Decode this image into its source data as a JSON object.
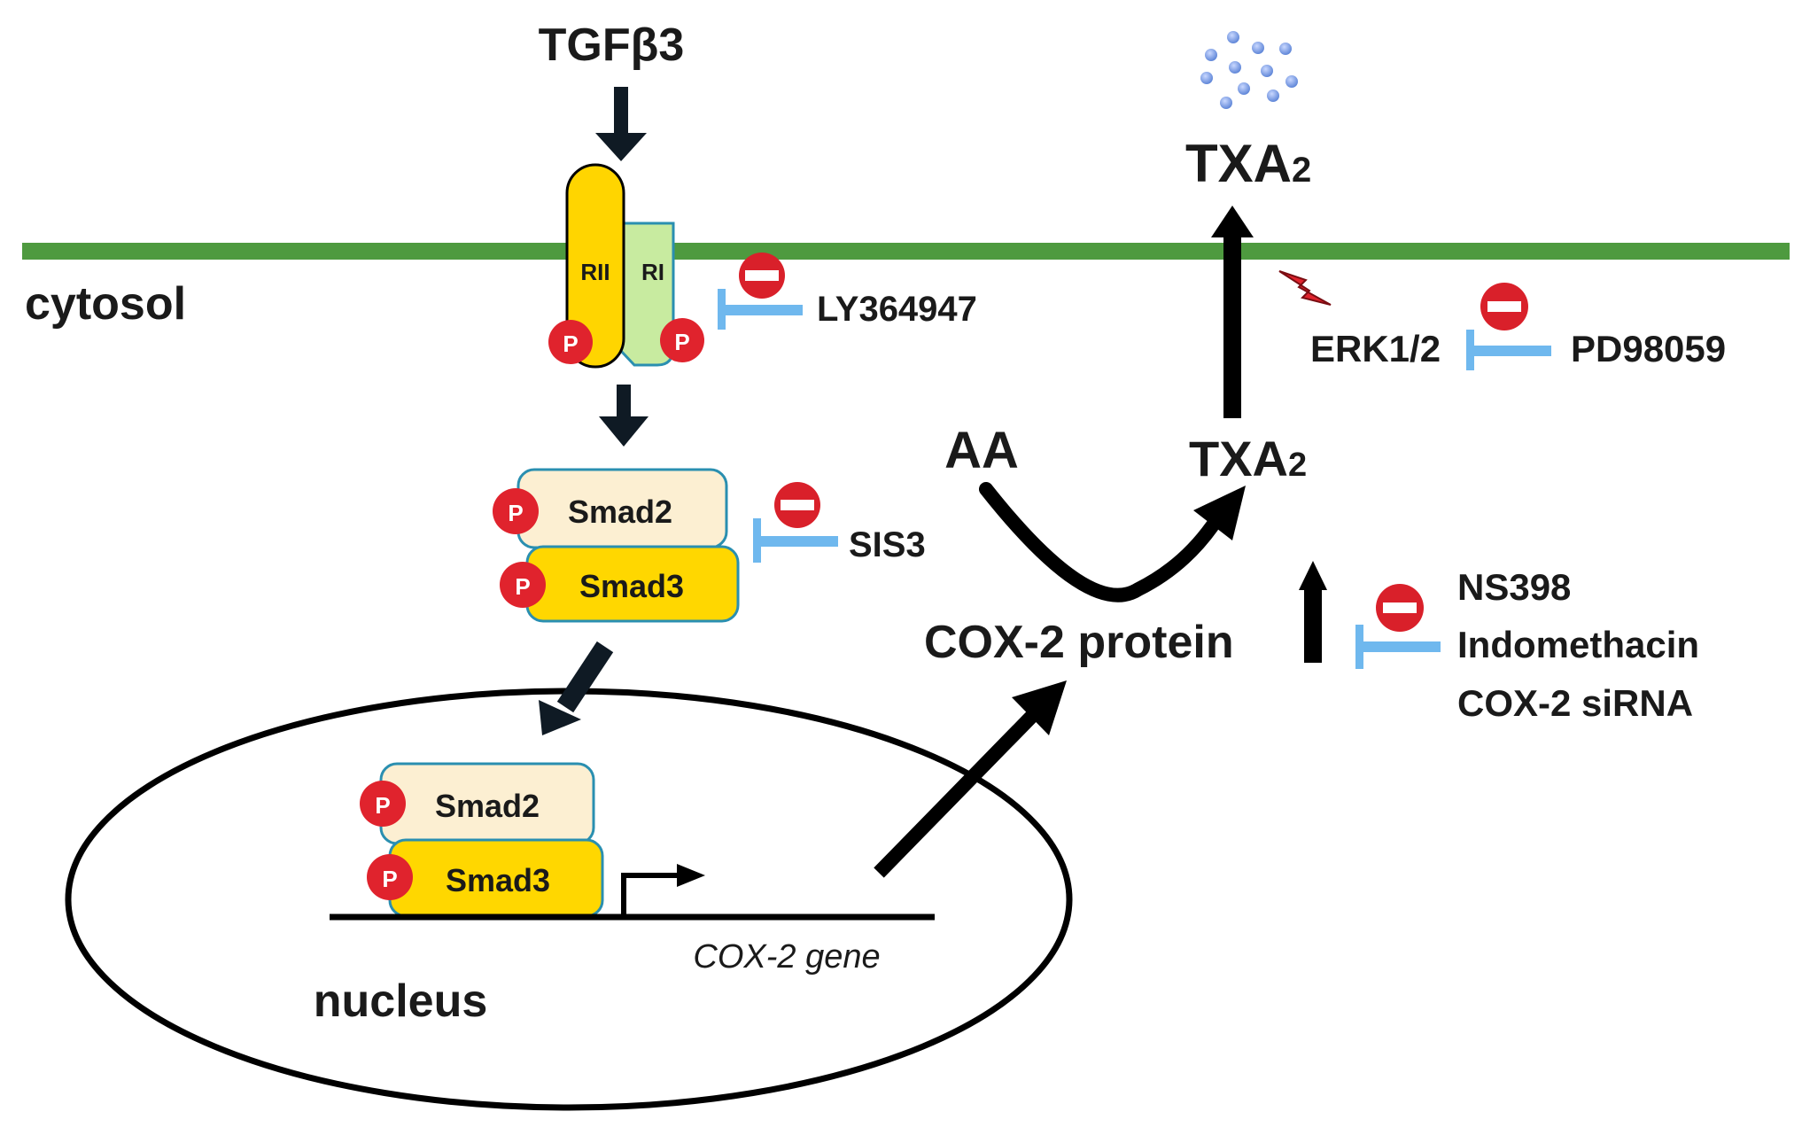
{
  "labels": {
    "ligand": "TGFβ3",
    "cytosol": "cytosol",
    "nucleus": "nucleus",
    "receptor_ii": "RII",
    "receptor_i": "RI",
    "phospho": "P",
    "smad2": "Smad2",
    "smad3": "Smad3",
    "gene": "COX-2 gene",
    "cox2_protein": "COX-2 protein",
    "aa": "AA",
    "txa_base": "TXA",
    "txa_sub": "2",
    "erk": "ERK1/2"
  },
  "inhibitors": {
    "receptor": "LY364947",
    "smad3": "SIS3",
    "erk": "PD98059",
    "cox2": [
      "NS398",
      "Indomethacin",
      "COX-2 siRNA"
    ]
  },
  "colors": {
    "membrane": "#4e9a3f",
    "receptor_ii": "#ffd500",
    "receptor_i": "#c8eba0",
    "receptor_outline": "#2a8fb0",
    "phospho": "#e0232d",
    "smad2": "#fcefd2",
    "smad3": "#ffd700",
    "smad_outline": "#2a8fb0",
    "inhibitor_bar": "#6fb8ee",
    "no_entry": "#d9202a",
    "arrow_dark": "#0f1a24",
    "arrow_black": "#000000",
    "lightning": "#e0232d",
    "molecule": "#6f93e0"
  }
}
